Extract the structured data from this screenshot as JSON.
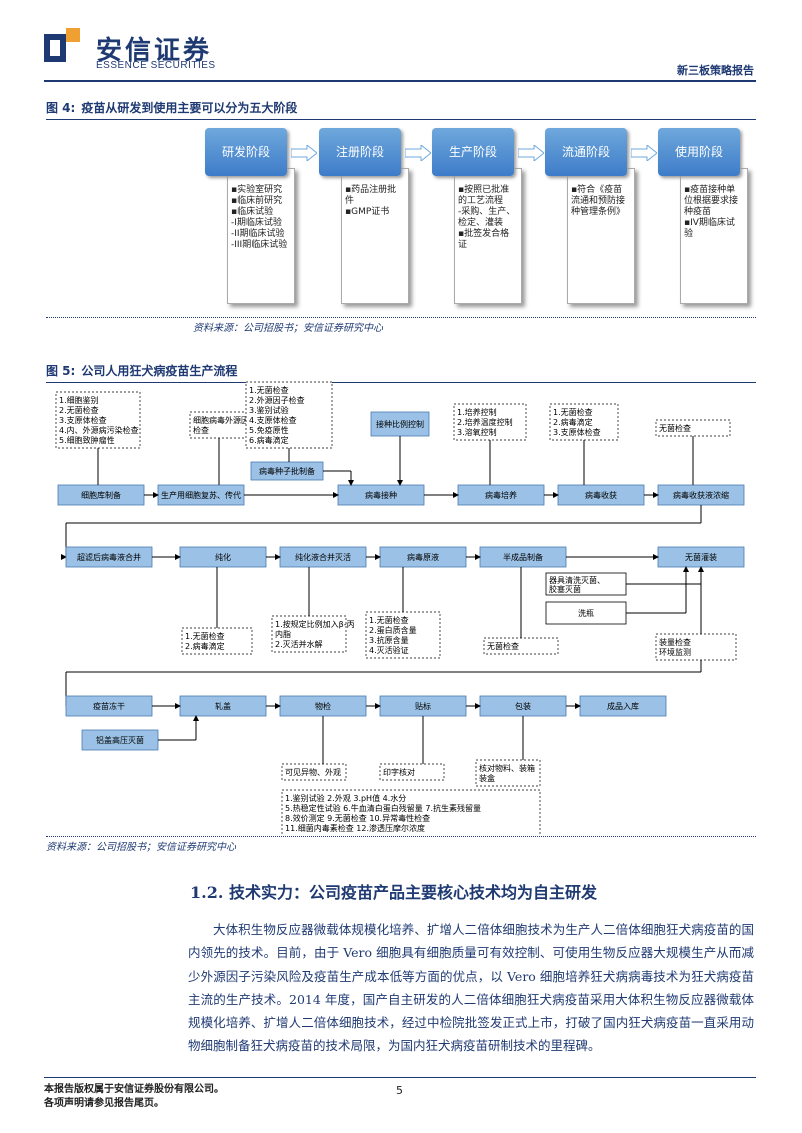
{
  "header": {
    "company_cn": "安信证券",
    "company_en": "ESSENCE SECURITIES",
    "report_type": "新三板策略报告"
  },
  "figure4": {
    "label": "图 4:",
    "title": "疫苗从研发到使用主要可以分为五大阶段",
    "stages": [
      {
        "name": "研发阶段",
        "items": [
          "▪实验室研究",
          "▪临床前研究",
          "▪临床试验",
          " -I期临床试验",
          " -II期临床试验",
          " -III期临床试验"
        ]
      },
      {
        "name": "注册阶段",
        "items": [
          "▪药品注册批",
          "件",
          "▪GMP证书"
        ]
      },
      {
        "name": "生产阶段",
        "items": [
          "▪按照已批准",
          "的工艺流程",
          "-采购、生产、",
          "检定、灌装",
          "▪批签发合格",
          "证"
        ]
      },
      {
        "name": "流通阶段",
        "items": [
          "▪符合《疫苗",
          "流通和预防接",
          "种管理条例》"
        ]
      },
      {
        "name": "使用阶段",
        "items": [
          "▪疫苗接种单",
          "位根据要求接",
          "种疫苗",
          "▪IV期临床试",
          "验"
        ]
      }
    ],
    "source": "资料来源：公司招股书；安信证券研究中心"
  },
  "figure5": {
    "label": "图 5:",
    "title": "公司人用狂犬病疫苗生产流程",
    "row1": [
      "细胞库制备",
      "生产用细胞复苏、传代",
      "病毒接种",
      "病毒培养",
      "病毒收获",
      "病毒收获液浓缩"
    ],
    "row2": [
      "超滤后病毒液合并",
      "纯化",
      "纯化液合并灭活",
      "病毒原液",
      "半成品制备",
      "无菌灌装"
    ],
    "row3": [
      "疫苗冻干",
      "轧盖",
      "物检",
      "贴标",
      "包装",
      "成品入库"
    ],
    "seed_batch": "病毒种子批制备",
    "inoculation_ratio": "接种比例控制",
    "equipment_sterilization": "器具清洗灭菌、胶塞灭菌",
    "bottle_wash": "洗瓶",
    "cap_sterilization": "铝盖高压灭菌",
    "notes": {
      "cell_bank": [
        "1.细胞鉴别",
        "2.无菌检查",
        "3.支原体检查",
        "4.内、外源病污染检查",
        "5.细胞致肿瘤性"
      ],
      "exo_factor": [
        "细胞病毒外源因子检查"
      ],
      "seed": [
        "1.无菌检查",
        "2.外源因子检查",
        "3.鉴别试验",
        "4.支原体检查",
        "5.免疫原性",
        "6.病毒滴定"
      ],
      "culture": [
        "1.培养控制",
        "2.培养温度控制",
        "3.溶氧控制"
      ],
      "harvest": [
        "1.无菌检查",
        "2.病毒滴定",
        "3.支原体检查"
      ],
      "concentrate": [
        "无菌检查"
      ],
      "purify": [
        "1.无菌检查",
        "2.病毒滴定"
      ],
      "inactivate": [
        "1.按规定比例加入β-丙内脂",
        "2.灭活并水解"
      ],
      "bulk": [
        "1.无菌检查",
        "2.蛋白质含量",
        "3.抗原含量",
        "4.灭活验证"
      ],
      "semifinal": [
        "无菌检查"
      ],
      "filling": [
        "装量检查",
        "环境监测"
      ],
      "inspection": [
        "可见异物、外观"
      ],
      "label_check": [
        "印字核对"
      ],
      "pack_check": [
        "核对物料、装箱、装盒"
      ],
      "final": [
        "1.鉴别试验 2.外观 3.pH值 4.水分",
        "5.热稳定性试验 6.牛血清白蛋白残留量 7.抗生素残留量",
        "8.效价测定 9.无菌检查 10.异常毒性检查",
        "11.细菌内毒素检查 12.渗透压摩尔浓度"
      ]
    },
    "source": "资料来源：公司招股书；安信证券研究中心"
  },
  "section": {
    "title": "1.2. 技术实力：公司疫苗产品主要核心技术均为自主研发",
    "paragraph": "大体积生物反应器微载体规模化培养、扩增人二倍体细胞技术为生产人二倍体细胞狂犬病疫苗的国内领先的技术。目前，由于 Vero 细胞具有细胞质量可有效控制、可使用生物反应器大规模生产从而减少外源因子污染风险及疫苗生产成本低等方面的优点，以 Vero 细胞培养狂犬病病毒技术为狂犬病疫苗主流的生产技术。2014 年度，国产自主研发的人二倍体细胞狂犬病疫苗采用大体积生物反应器微载体规模化培养、扩增人二倍体细胞技术，经过中检院批签发正式上市，打破了国内狂犬病疫苗一直采用动物细胞制备狂犬病疫苗的技术局限，为国内狂犬病疫苗研制技术的里程碑。"
  },
  "footer": {
    "copyright": "本报告版权属于安信证券股份有限公司。",
    "disclaimer": "各项声明请参见报告尾页。",
    "page_number": "5"
  },
  "colors": {
    "brand": "#1f3a73",
    "stage_fill": "#4a86d0",
    "flow_box": "#9bc2e6"
  }
}
